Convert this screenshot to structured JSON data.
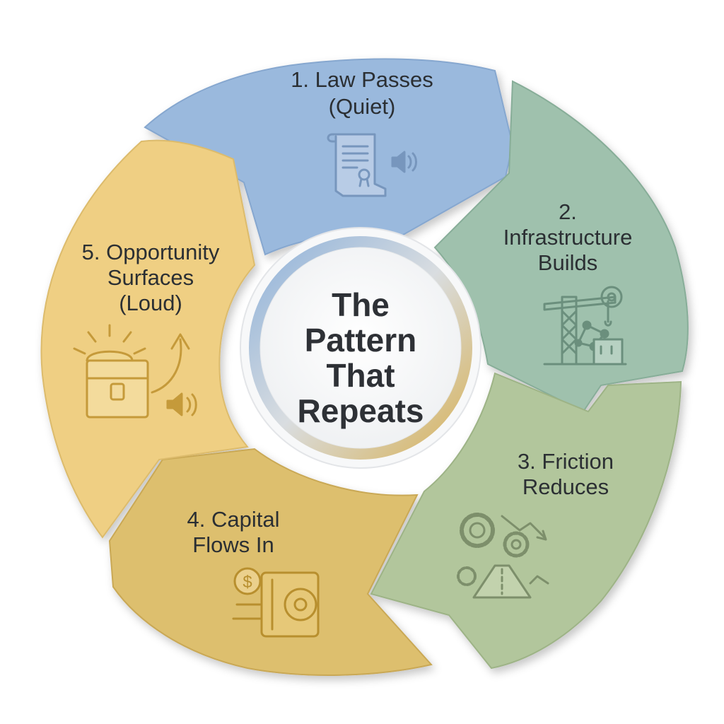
{
  "diagram": {
    "center_title_lines": [
      "The",
      "Pattern",
      "That",
      "Repeats"
    ],
    "steps": [
      {
        "lines": [
          "1. Law Passes",
          "(Quiet)"
        ],
        "icon": "scroll-speaker-icon",
        "color": "#9ab9dd",
        "stroke": "#86a7cf"
      },
      {
        "lines": [
          "2.",
          "Infrastructure",
          "Builds"
        ],
        "icon": "crane-network-icon",
        "color": "#9fc1ad",
        "stroke": "#87ad98"
      },
      {
        "lines": [
          "3. Friction",
          "Reduces"
        ],
        "icon": "gears-road-icon",
        "color": "#b2c69c",
        "stroke": "#9db386"
      },
      {
        "lines": [
          "4. Capital",
          "Flows In"
        ],
        "icon": "money-vault-icon",
        "color": "#ddbf6e",
        "stroke": "#c9a855"
      },
      {
        "lines": [
          "5. Opportunity",
          "Surfaces",
          "(Loud)"
        ],
        "icon": "treasure-chest-icon",
        "color": "#efcf83",
        "stroke": "#dcbb6c"
      }
    ]
  }
}
